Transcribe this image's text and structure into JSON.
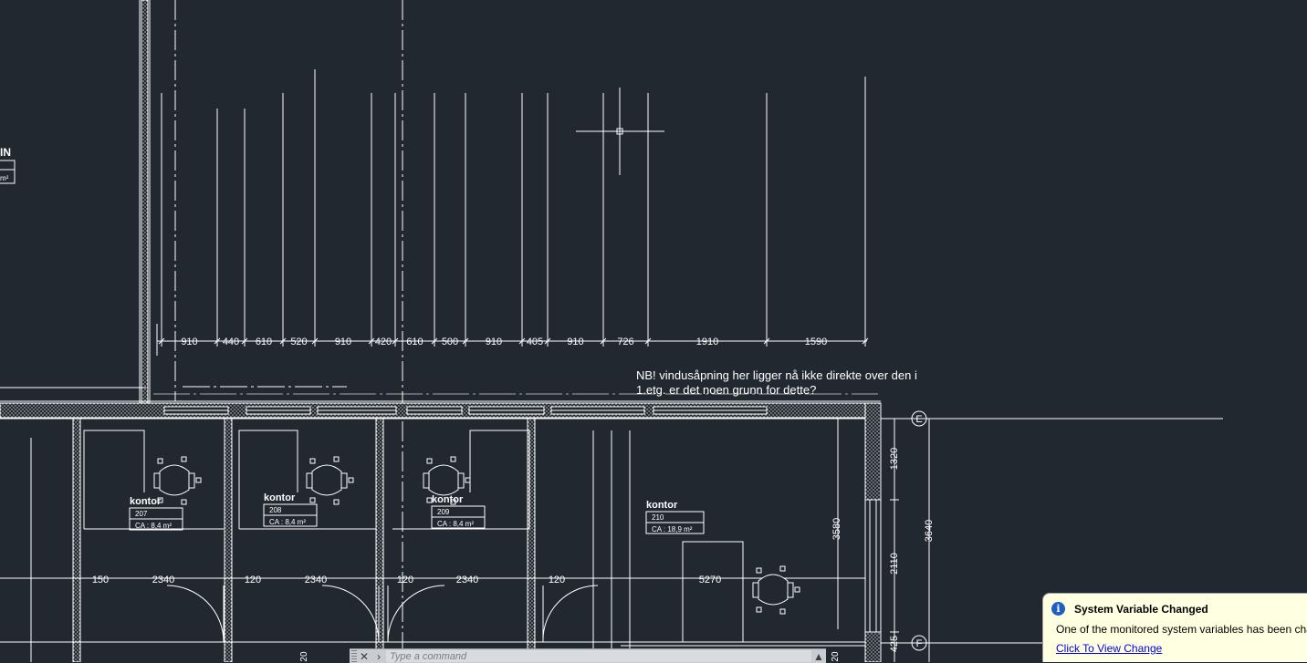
{
  "drawing": {
    "dimensions_top": [
      "910",
      "440",
      "610",
      "520",
      "910",
      "420",
      "610",
      "500",
      "910",
      "405",
      "910",
      "726",
      "1910",
      "1590"
    ],
    "note_line1": "NB! vindusåpning her ligger nå ikke direkte over den i",
    "note_line2": "1.etg. er det noen grunn for dette?",
    "grid_label_e": "E",
    "grid_label_f": "F",
    "left_fragment_label": "IN",
    "left_fragment_area": "m²",
    "rooms": [
      {
        "name": "kontor",
        "number": "207",
        "area": "CA : 8,4 m²"
      },
      {
        "name": "kontor",
        "number": "208",
        "area": "CA : 8,4 m²"
      },
      {
        "name": "kontor",
        "number": "209",
        "area": "CA : 8,4 m²"
      },
      {
        "name": "kontor",
        "number": "210",
        "area": "CA : 18,9 m²"
      }
    ],
    "dimensions_bottom": [
      "150",
      "2340",
      "120",
      "2340",
      "120",
      "2340",
      "120",
      "5270"
    ],
    "dimensions_right": [
      "1320",
      "3640",
      "2110",
      "3580",
      "425"
    ],
    "dimensions_small": [
      "20",
      "20"
    ]
  },
  "command_line": {
    "close_icon": "✕",
    "prompt_icon": "›",
    "placeholder": "Type a command",
    "expand_icon": "▲"
  },
  "notification": {
    "title": "System Variable Changed",
    "message": "One of the monitored system variables has been changed",
    "link": "Click To View Change",
    "icon_glyph": "i"
  },
  "colors": {
    "background": "#212830",
    "linework": "#ffffff",
    "notification_bg": "#ffffe1",
    "link": "#0000ee"
  }
}
